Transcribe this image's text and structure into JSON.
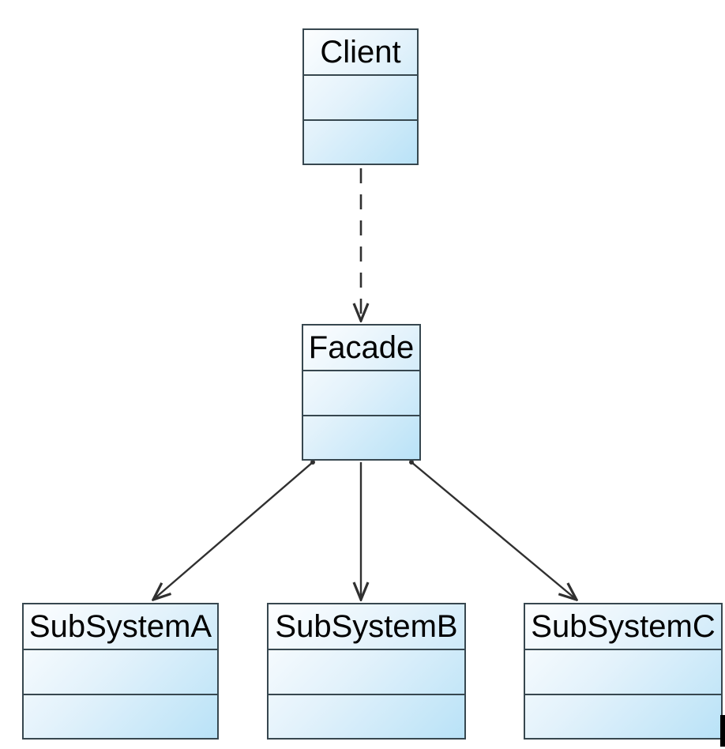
{
  "diagram": {
    "kind": "uml-class-diagram",
    "pattern": "Facade",
    "classes": [
      {
        "id": "client",
        "name": "Client",
        "compartments": [
          "title",
          "attributes-empty",
          "operations-empty"
        ]
      },
      {
        "id": "facade",
        "name": "Facade",
        "compartments": [
          "title",
          "attributes-empty",
          "operations-empty"
        ]
      },
      {
        "id": "subsystem-a",
        "name": "SubSystemA",
        "compartments": [
          "title",
          "attributes-empty",
          "operations-empty"
        ]
      },
      {
        "id": "subsystem-b",
        "name": "SubSystemB",
        "compartments": [
          "title",
          "attributes-empty",
          "operations-empty"
        ]
      },
      {
        "id": "subsystem-c",
        "name": "SubSystemC",
        "compartments": [
          "title",
          "attributes-empty",
          "operations-empty"
        ]
      }
    ],
    "relations": [
      {
        "from": "Client",
        "to": "Facade",
        "style": "dashed",
        "arrowhead": "open"
      },
      {
        "from": "Facade",
        "to": "SubSystemA",
        "style": "solid",
        "arrowhead": "open"
      },
      {
        "from": "Facade",
        "to": "SubSystemB",
        "style": "solid",
        "arrowhead": "open"
      },
      {
        "from": "Facade",
        "to": "SubSystemC",
        "style": "solid",
        "arrowhead": "open"
      }
    ],
    "colors": {
      "background": "#ffffff",
      "box_fill_light": "#fdfeff",
      "box_fill_dark": "#b9e2f7",
      "box_border": "#37474f",
      "line": "#303030",
      "text": "#000000"
    }
  }
}
